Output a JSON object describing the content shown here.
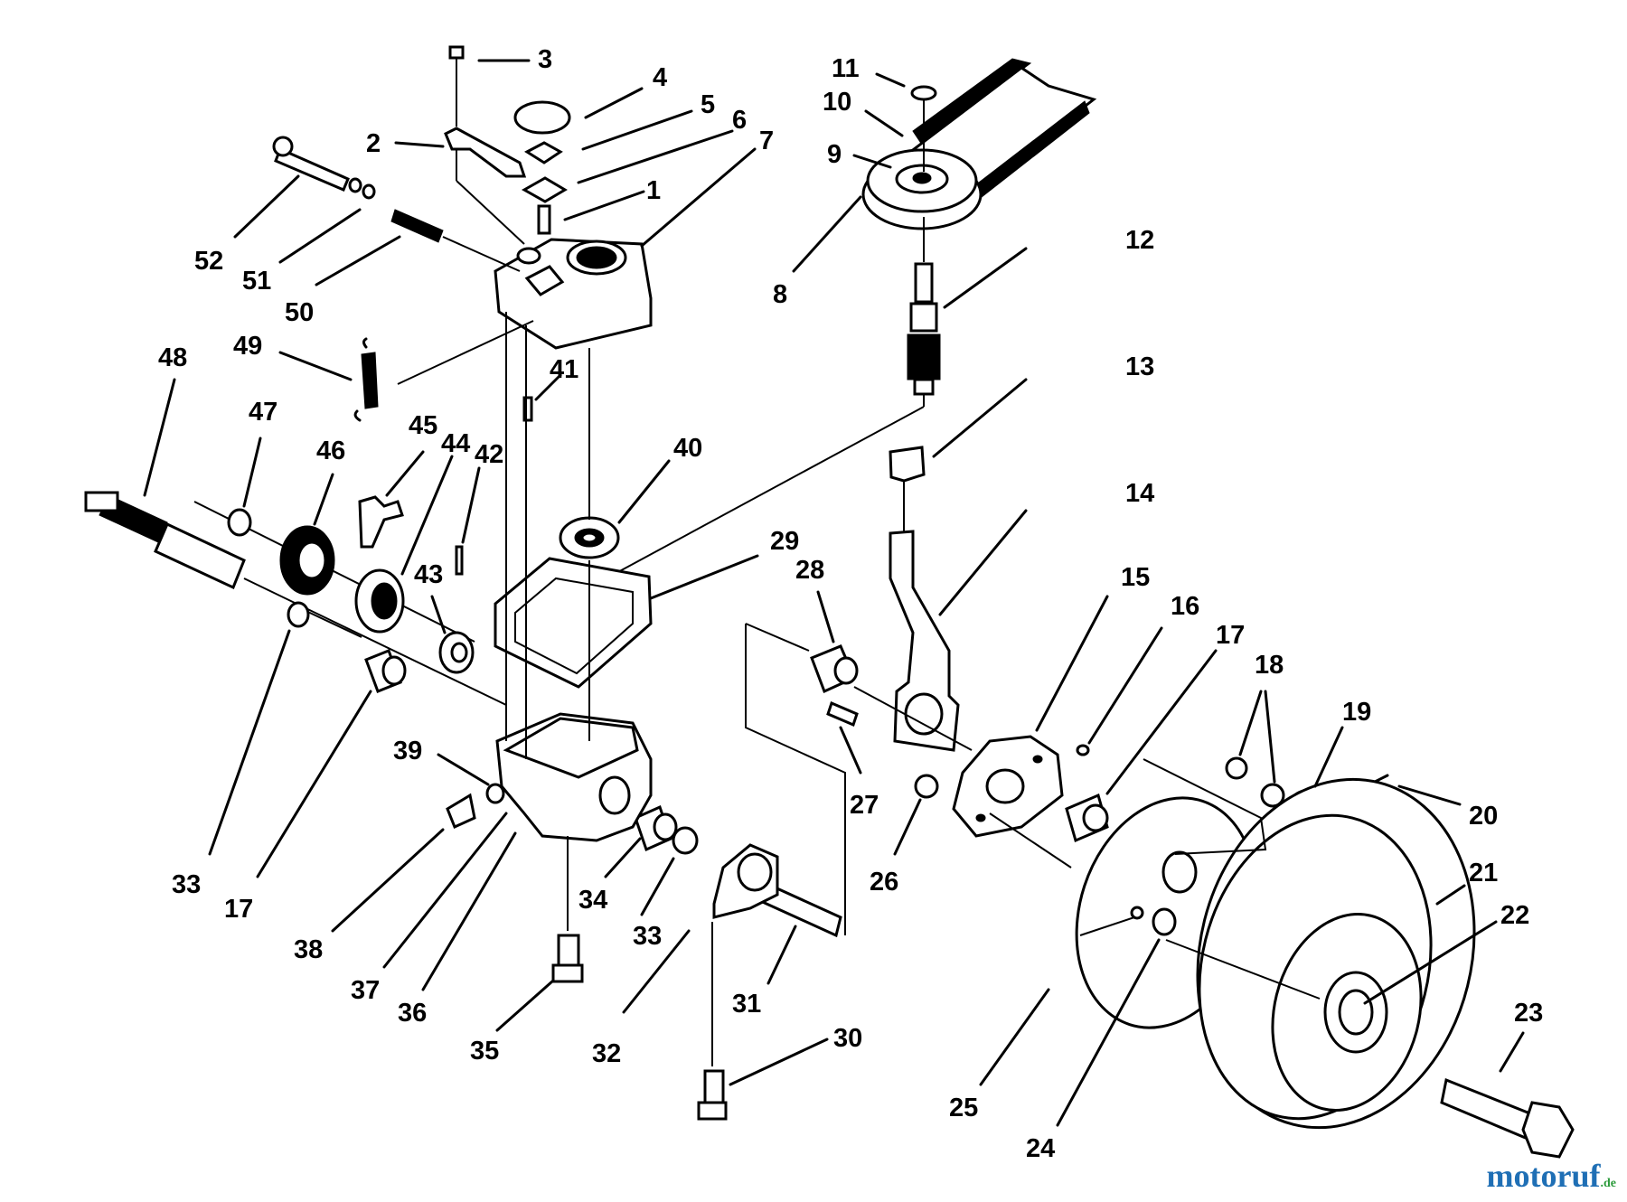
{
  "watermark": {
    "name": "motoruf",
    "tld": ".de"
  },
  "callouts": [
    "1",
    "2",
    "3",
    "4",
    "5",
    "6",
    "7",
    "8",
    "9",
    "10",
    "11",
    "12",
    "13",
    "14",
    "15",
    "16",
    "17",
    "18",
    "19",
    "20",
    "21",
    "22",
    "23",
    "24",
    "25",
    "26",
    "27",
    "28",
    "29",
    "30",
    "31",
    "32",
    "33",
    "34",
    "35",
    "36",
    "37",
    "38",
    "39",
    "40",
    "41",
    "42",
    "43",
    "44",
    "45",
    "46",
    "47",
    "48",
    "49",
    "50",
    "51",
    "52",
    "33",
    "17"
  ]
}
